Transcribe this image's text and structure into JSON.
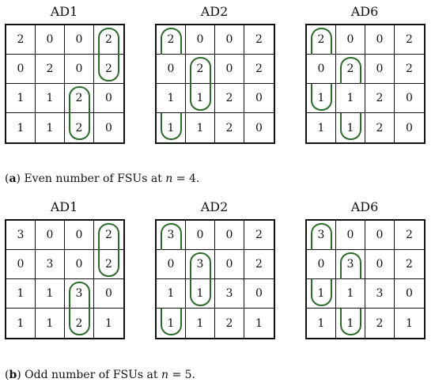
{
  "panels": [
    {
      "caption_label": "a",
      "caption_text": " Even number of FSUs at ",
      "caption_var": "n",
      "caption_eq": " = 4.",
      "grids": [
        {
          "title": "AD1",
          "cells": [
            [
              "2",
              "0",
              "0",
              "2"
            ],
            [
              "0",
              "2",
              "0",
              "2"
            ],
            [
              "1",
              "1",
              "2",
              "0"
            ],
            [
              "1",
              "1",
              "2",
              "0"
            ]
          ]
        },
        {
          "title": "AD2",
          "cells": [
            [
              "2",
              "0",
              "0",
              "2"
            ],
            [
              "0",
              "2",
              "0",
              "2"
            ],
            [
              "1",
              "1",
              "2",
              "0"
            ],
            [
              "1",
              "1",
              "2",
              "0"
            ]
          ]
        },
        {
          "title": "AD6",
          "cells": [
            [
              "2",
              "0",
              "0",
              "2"
            ],
            [
              "0",
              "2",
              "0",
              "2"
            ],
            [
              "1",
              "1",
              "2",
              "0"
            ],
            [
              "1",
              "1",
              "2",
              "0"
            ]
          ]
        }
      ]
    },
    {
      "caption_label": "b",
      "caption_text": " Odd number of FSUs at ",
      "caption_var": "n",
      "caption_eq": " = 5.",
      "grids": [
        {
          "title": "AD1",
          "cells": [
            [
              "3",
              "0",
              "0",
              "2"
            ],
            [
              "0",
              "3",
              "0",
              "2"
            ],
            [
              "1",
              "1",
              "3",
              "0"
            ],
            [
              "1",
              "1",
              "2",
              "1"
            ]
          ]
        },
        {
          "title": "AD2",
          "cells": [
            [
              "3",
              "0",
              "0",
              "2"
            ],
            [
              "0",
              "3",
              "0",
              "2"
            ],
            [
              "1",
              "1",
              "3",
              "0"
            ],
            [
              "1",
              "1",
              "2",
              "1"
            ]
          ]
        },
        {
          "title": "AD6",
          "cells": [
            [
              "3",
              "0",
              "0",
              "2"
            ],
            [
              "0",
              "3",
              "0",
              "2"
            ],
            [
              "1",
              "1",
              "3",
              "0"
            ],
            [
              "1",
              "1",
              "2",
              "1"
            ]
          ]
        }
      ]
    }
  ],
  "colors": {
    "loop": "#2d6b2a",
    "grid_line": "#111111"
  }
}
